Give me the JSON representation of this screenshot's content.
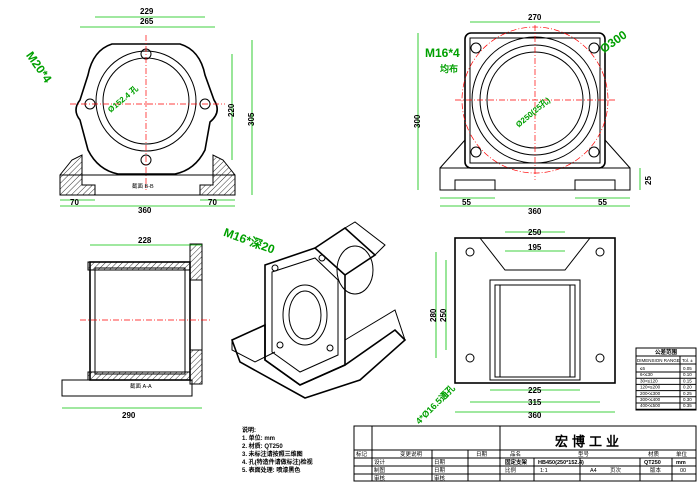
{
  "dims": {
    "top_left": {
      "w229": "229",
      "w265": "265",
      "h220": "220",
      "h305": "305",
      "bore": "Ø152.4 孔",
      "l70": "70",
      "r70": "70",
      "w360": "360",
      "section": "截面 B-B"
    },
    "top_right": {
      "w270": "270",
      "d300": "Ø300",
      "h300": "300",
      "bore": "Ø250(25孔)",
      "l55": "55",
      "r55": "55",
      "w360": "360",
      "h25": "25"
    },
    "bottom_left": {
      "w228": "228",
      "w290": "290",
      "section": "截面 A-A"
    },
    "bottom_right": {
      "w250": "250",
      "w195": "195",
      "h280": "280",
      "h250": "250",
      "w225": "225",
      "w315": "315",
      "w360": "360"
    }
  },
  "green_labels": {
    "m20": "M20*4",
    "m16a": "M16*4",
    "m16a_sub": "均布",
    "m16b": "M16*深20",
    "holes": "4*Ø16.5通孔"
  },
  "tolerance_table": {
    "title": "公差范围",
    "header": [
      "DIMENSION RANGE",
      "Tol. ±"
    ],
    "rows": [
      [
        "≤6",
        "0.05"
      ],
      [
        "6<≤30",
        "0.10"
      ],
      [
        "30<≤120",
        "0.15"
      ],
      [
        "120<≤200",
        "0.20"
      ],
      [
        "200<≤300",
        "0.25"
      ],
      [
        "300<≤400",
        "0.30"
      ],
      [
        "400<≤500",
        "0.35"
      ]
    ]
  },
  "notes": {
    "title": "说明:",
    "items": [
      "1. 单位: mm",
      "2. 材质: QT250",
      "3. 未标注请按照三维图",
      "4. 孔(特造件请做标注)检视",
      "5. 表面处理: 喷漆黑色"
    ]
  },
  "title_block": {
    "company": "宏博工业",
    "name_label": "品名",
    "name_value": "固定支架",
    "model_label": "型号",
    "model_value": "HB450(250*152.4)",
    "material_label": "材质",
    "material_value": "QT250",
    "unit_label": "单位",
    "unit_value": "mm",
    "revise_label": "变更说明",
    "mark_label": "标记",
    "date_label": "日期",
    "design_label": "设计",
    "drawn_label": "制图",
    "review_label": "审核",
    "check_label": "审核",
    "scale_label": "比例",
    "scale_value": "1:1",
    "size_value": "A4",
    "page_label": "页次",
    "version_label": "版本",
    "version_value": "00"
  }
}
